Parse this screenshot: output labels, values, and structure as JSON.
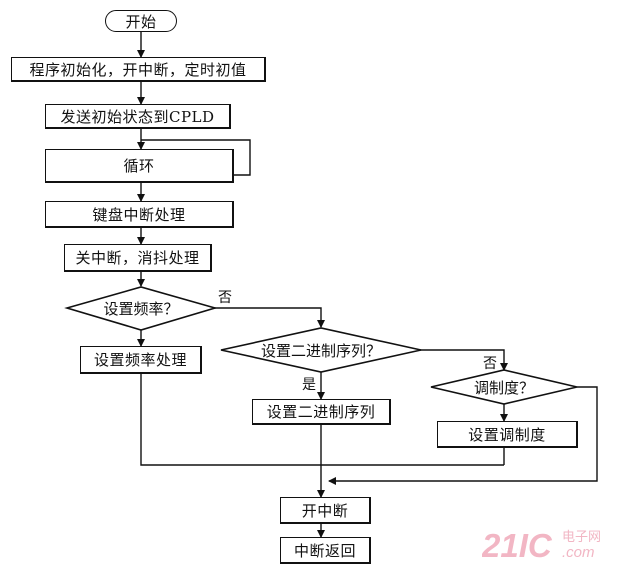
{
  "nodes": {
    "start": "开始",
    "init": "程序初始化，开中断，定时初值",
    "send_state": "发送初始状态到CPLD",
    "loop": "循环",
    "keyboard_isr": "键盘中断处理",
    "disable_int": "关中断，消抖处理",
    "q_freq": "设置频率？",
    "set_freq": "设置频率处理",
    "q_binary": "设置二进制序列？",
    "set_binary": "设置二进制序列",
    "q_mod": "调制度？",
    "set_mod": "设置调制度",
    "enable_int": "开中断",
    "isr_return": "中断返回"
  },
  "labels": {
    "no_1": "否",
    "yes": "是",
    "no_2": "否"
  },
  "watermark": {
    "brand": "21IC",
    "site": "电子网",
    "domain": ".com",
    "color": "#f2b6c4"
  }
}
